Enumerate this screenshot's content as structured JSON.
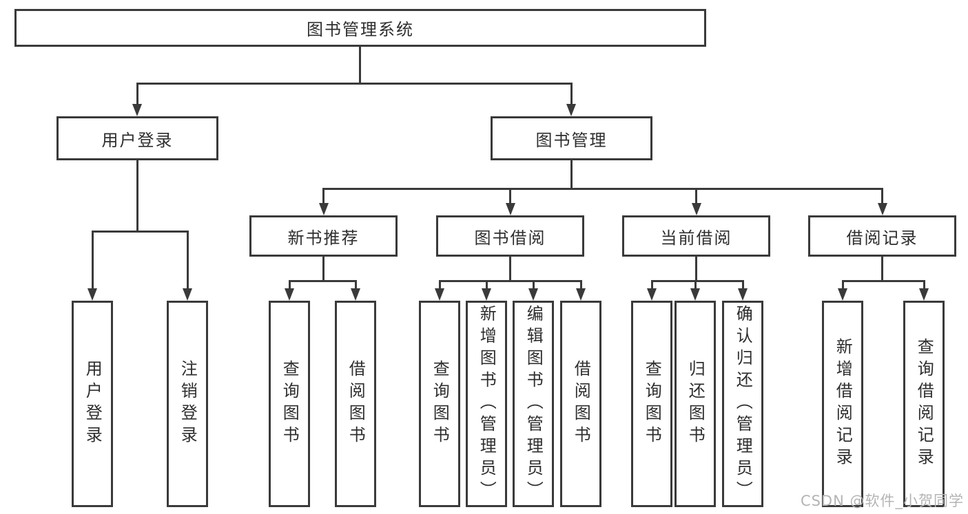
{
  "colors": {
    "line": "#3a3a3a",
    "text": "#2e2e2e",
    "background": "#ffffff",
    "watermark_color": "#b4b4b4"
  },
  "watermark": {
    "text": "CSDN @软件_小贺同学"
  },
  "tree": {
    "root": "图书管理系统",
    "children": [
      {
        "label": "用户登录",
        "children": [
          {
            "label": "用户登录"
          },
          {
            "label": "注销登录"
          }
        ]
      },
      {
        "label": "图书管理",
        "children": [
          {
            "label": "新书推荐",
            "children": [
              {
                "label": "查询图书"
              },
              {
                "label": "借阅图书"
              }
            ]
          },
          {
            "label": "图书借阅",
            "children": [
              {
                "label": "查询图书"
              },
              {
                "label": "新增图书（管理员）"
              },
              {
                "label": "编辑图书（管理员）"
              },
              {
                "label": "借阅图书"
              }
            ]
          },
          {
            "label": "当前借阅",
            "children": [
              {
                "label": "查询图书"
              },
              {
                "label": "归还图书"
              },
              {
                "label": "确认归还（管理员）"
              }
            ]
          },
          {
            "label": "借阅记录",
            "children": [
              {
                "label": "新增借阅记录"
              },
              {
                "label": "查询借阅记录"
              }
            ]
          }
        ]
      }
    ]
  }
}
